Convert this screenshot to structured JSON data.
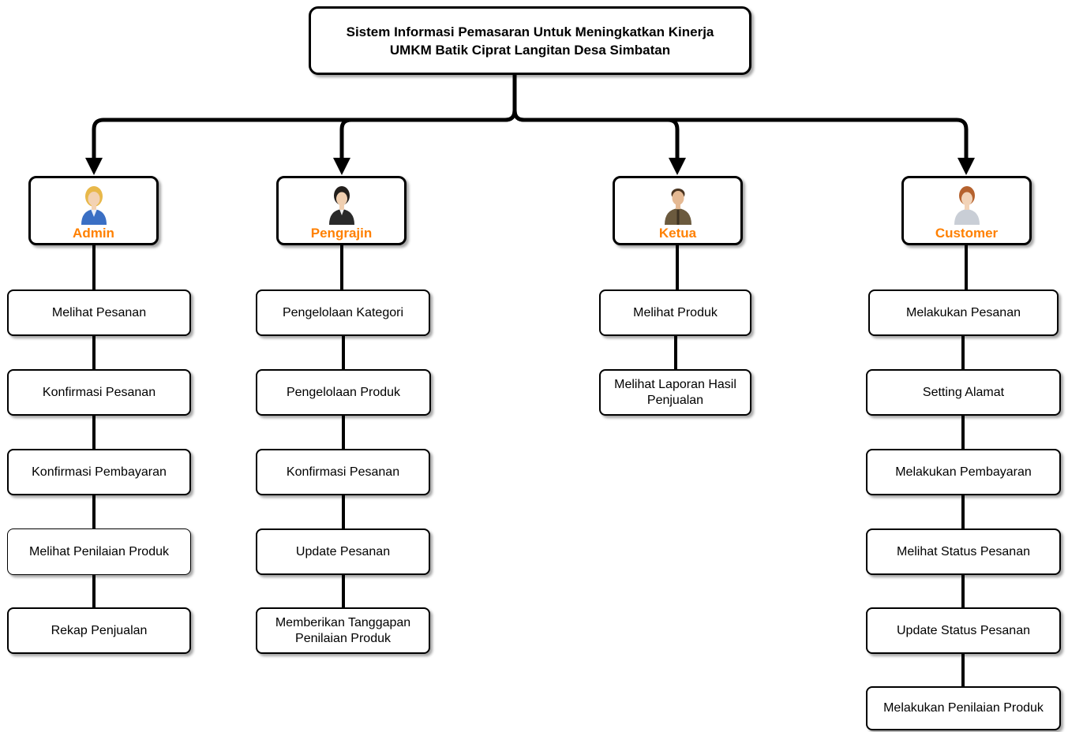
{
  "root": {
    "line1": "Sistem Informasi Pemasaran Untuk Meningkatkan Kinerja",
    "line2": "UMKM Batik Ciprat Langitan Desa Simbatan"
  },
  "actors": [
    {
      "label": "Admin",
      "icon": "woman-blue-suit-icon",
      "items": [
        "Melihat Pesanan",
        "Konfirmasi Pesanan",
        "Konfirmasi Pembayaran",
        "Melihat Penilaian Produk",
        "Rekap Penjualan"
      ]
    },
    {
      "label": "Pengrajin",
      "icon": "woman-black-suit-icon",
      "items": [
        "Pengelolaan Kategori",
        "Pengelolaan Produk",
        "Konfirmasi Pesanan",
        "Update Pesanan",
        "Memberikan Tanggapan Penilaian Produk"
      ]
    },
    {
      "label": "Ketua",
      "icon": "man-uniform-icon",
      "items": [
        "Melihat Produk",
        "Melihat Laporan Hasil Penjualan"
      ]
    },
    {
      "label": "Customer",
      "icon": "woman-grey-icon",
      "items": [
        "Melakukan Pesanan",
        "Setting Alamat",
        "Melakukan Pembayaran",
        "Melihat Status Pesanan",
        "Update Status Pesanan",
        "Melakukan Penilaian Produk"
      ]
    }
  ],
  "colors": {
    "actor_label": "#ff8000",
    "line": "#000000"
  }
}
